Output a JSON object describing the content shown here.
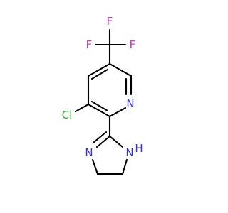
{
  "structure": {
    "atoms": {
      "F_top": "F",
      "F_left": "F",
      "F_right": "F",
      "N_pyridine": "N",
      "Cl": "Cl",
      "N_imidazoline": "N",
      "NH": "N",
      "H": "H"
    },
    "colors": {
      "bond": "#000000",
      "fluorine": "#cc33cc",
      "nitrogen": "#3333cc",
      "chlorine": "#33aa33"
    }
  }
}
